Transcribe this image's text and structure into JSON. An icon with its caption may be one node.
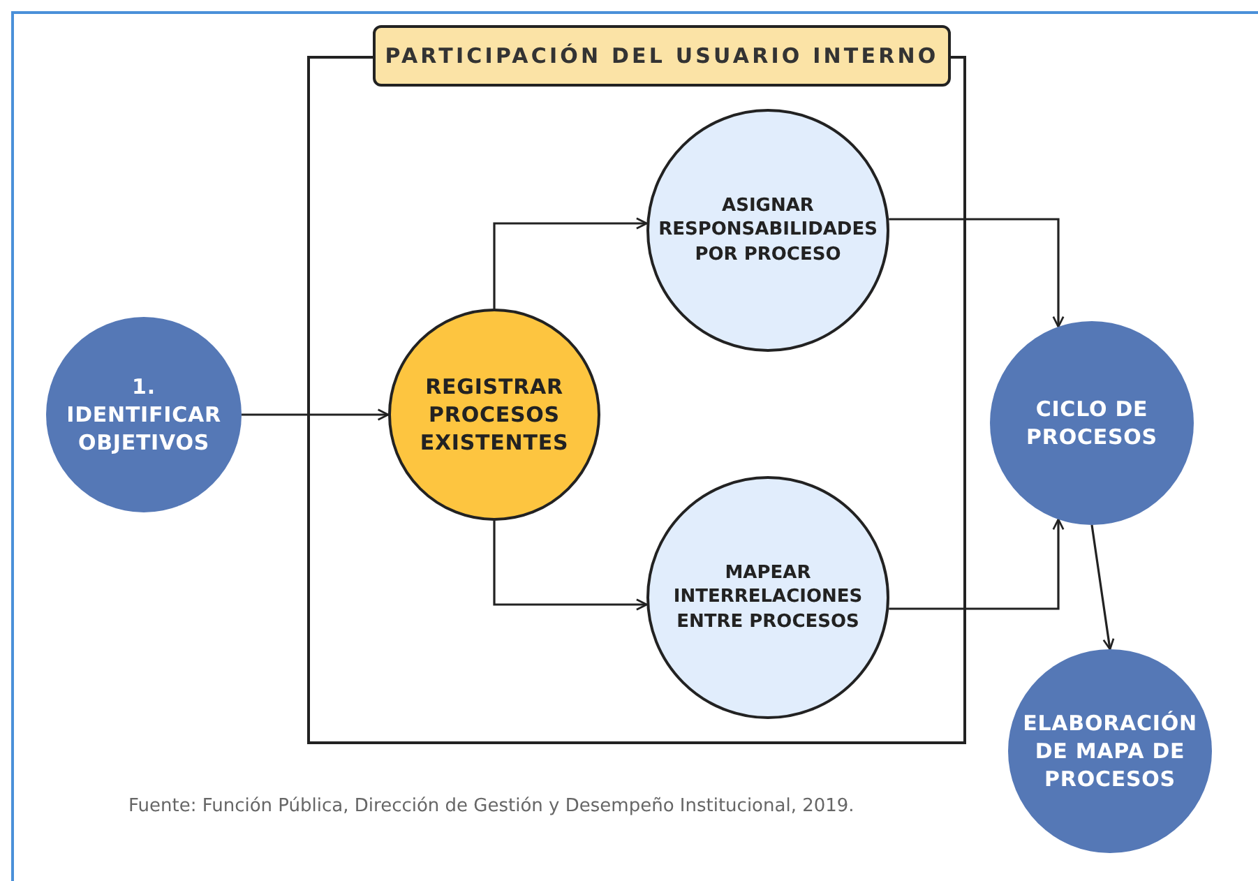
{
  "diagram": {
    "caption": "Fuente: Función Pública, Dirección de Gestión y Desempeño Institucional, 2019.",
    "nodes": [
      {
        "text": [
          "PARTICIPACIÓN DEL USUARIO INTERNO"
        ]
      },
      {
        "text": [
          "1. IDENTIFICAR OBJETIVOS"
        ]
      },
      {
        "text": [
          "REGISTRAR PROCESOS EXISTENTES"
        ],
        "in": 0
      },
      {
        "text": [
          "ASIGNAR RESPONSABILIDADES POR PROCESO"
        ],
        "in": 0
      },
      {
        "text": [
          "MAPEAR INTERRELACIONES ENTRE PROCESOS"
        ],
        "in": 0
      },
      {
        "text": [
          "CICLO DE PROCESOS"
        ]
      },
      {
        "text": [
          "ELABORACIÓN DE MAPA DE PROCESOS"
        ]
      }
    ],
    "edges": [
      {
        "from": 1,
        "to": 2,
        "arrow": "to"
      },
      {
        "from": 2,
        "to": 3,
        "arrow": "to"
      },
      {
        "from": 2,
        "to": 4,
        "arrow": "to"
      },
      {
        "from": 3,
        "to": 5,
        "arrow": "to"
      },
      {
        "from": 4,
        "to": 5,
        "arrow": "to"
      },
      {
        "from": 5,
        "to": 6,
        "arrow": "to"
      }
    ]
  }
}
